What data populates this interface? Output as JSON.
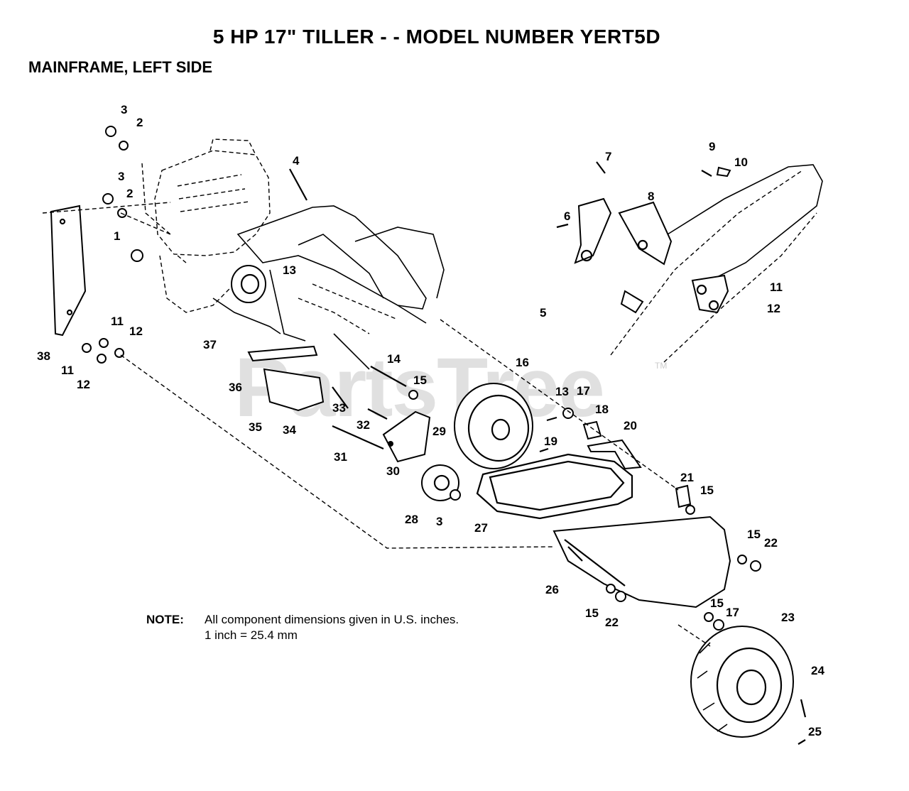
{
  "header": {
    "title": "5 HP 17\" TILLER - - MODEL NUMBER YERT5D",
    "subtitle": "MAINFRAME, LEFT SIDE"
  },
  "note": {
    "label": "NOTE:",
    "line1": "All component dimensions given in U.S. inches.",
    "line2": "1 inch = 25.4 mm"
  },
  "watermark": {
    "text": "PartsTree",
    "trademark": "TM"
  },
  "callouts": [
    "3",
    "2",
    "3",
    "2",
    "4",
    "1",
    "13",
    "37",
    "38",
    "11",
    "12",
    "11",
    "12",
    "36",
    "35",
    "34",
    "33",
    "32",
    "31",
    "14",
    "15",
    "30",
    "29",
    "28",
    "3",
    "16",
    "13",
    "17",
    "19",
    "18",
    "20",
    "27",
    "21",
    "15",
    "26",
    "15",
    "22",
    "15",
    "22",
    "15",
    "17",
    "23",
    "24",
    "25",
    "7",
    "9",
    "10",
    "8",
    "6",
    "5",
    "11",
    "12"
  ]
}
